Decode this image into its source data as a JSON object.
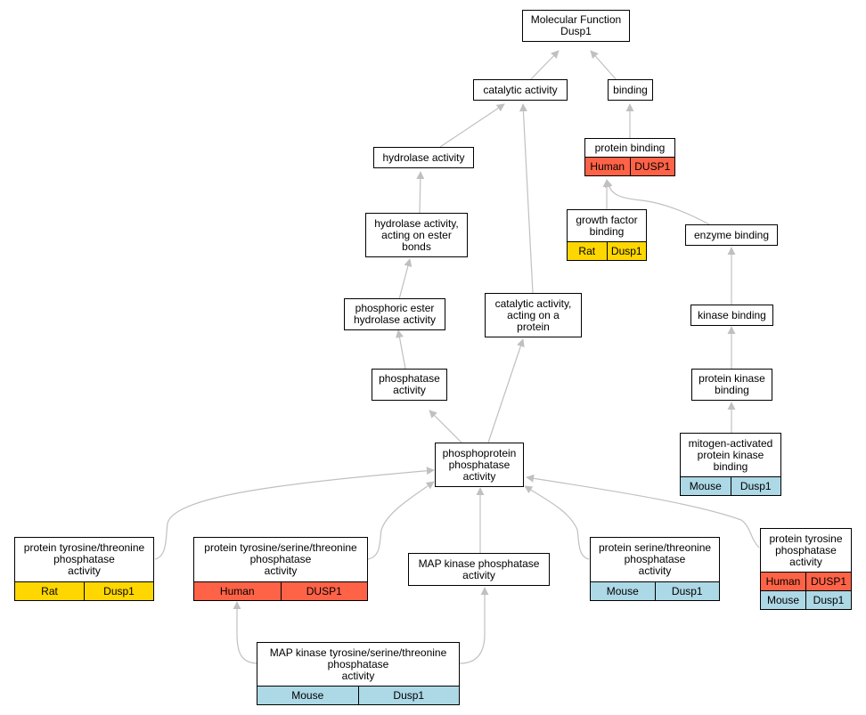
{
  "colors": {
    "edge": "#c0c0c0",
    "Human": "#ff6347",
    "Rat": "#ffd700",
    "Mouse": "#add8e6"
  },
  "nodes": {
    "root": {
      "lines": [
        "Molecular Function",
        "Dusp1"
      ],
      "annotations": []
    },
    "catalytic": {
      "lines": [
        "catalytic activity"
      ],
      "annotations": []
    },
    "binding": {
      "lines": [
        "binding"
      ],
      "annotations": []
    },
    "hydrolase": {
      "lines": [
        "hydrolase activity"
      ],
      "annotations": []
    },
    "protein_binding": {
      "lines": [
        "protein binding"
      ],
      "annotations": [
        {
          "species": "Human",
          "gene": "DUSP1"
        }
      ]
    },
    "hydrolase_ester": {
      "lines": [
        "hydrolase activity,",
        "acting on ester",
        "bonds"
      ],
      "annotations": []
    },
    "growth_factor": {
      "lines": [
        "growth factor",
        "binding"
      ],
      "annotations": [
        {
          "species": "Rat",
          "gene": "Dusp1"
        }
      ]
    },
    "enzyme_binding": {
      "lines": [
        "enzyme binding"
      ],
      "annotations": []
    },
    "catalytic_protein": {
      "lines": [
        "catalytic activity,",
        "acting on a",
        "protein"
      ],
      "annotations": []
    },
    "phosphoric_ester": {
      "lines": [
        "phosphoric ester",
        "hydrolase activity"
      ],
      "annotations": []
    },
    "kinase_binding": {
      "lines": [
        "kinase binding"
      ],
      "annotations": []
    },
    "phosphatase": {
      "lines": [
        "phosphatase",
        "activity"
      ],
      "annotations": []
    },
    "protein_kinase_binding": {
      "lines": [
        "protein kinase",
        "binding"
      ],
      "annotations": []
    },
    "phosphoprotein": {
      "lines": [
        "phosphoprotein",
        "phosphatase",
        "activity"
      ],
      "annotations": []
    },
    "mapk_binding": {
      "lines": [
        "mitogen-activated",
        "protein kinase",
        "binding"
      ],
      "annotations": [
        {
          "species": "Mouse",
          "gene": "Dusp1"
        }
      ]
    },
    "ptt": {
      "lines": [
        "protein tyrosine/threonine",
        "phosphatase",
        "activity"
      ],
      "annotations": [
        {
          "species": "Rat",
          "gene": "Dusp1"
        }
      ]
    },
    "ptst": {
      "lines": [
        "protein tyrosine/serine/threonine",
        "phosphatase",
        "activity"
      ],
      "annotations": [
        {
          "species": "Human",
          "gene": "DUSP1"
        }
      ]
    },
    "mapk_phosphatase": {
      "lines": [
        "MAP kinase phosphatase",
        "activity"
      ],
      "annotations": []
    },
    "pst": {
      "lines": [
        "protein serine/threonine",
        "phosphatase",
        "activity"
      ],
      "annotations": [
        {
          "species": "Mouse",
          "gene": "Dusp1"
        }
      ]
    },
    "ptp": {
      "lines": [
        "protein tyrosine",
        "phosphatase",
        "activity"
      ],
      "annotations": [
        {
          "species": "Human",
          "gene": "DUSP1"
        },
        {
          "species": "Mouse",
          "gene": "Dusp1"
        }
      ]
    },
    "mapk_tst": {
      "lines": [
        "MAP kinase tyrosine/serine/threonine",
        "phosphatase",
        "activity"
      ],
      "annotations": [
        {
          "species": "Mouse",
          "gene": "Dusp1"
        }
      ]
    }
  }
}
